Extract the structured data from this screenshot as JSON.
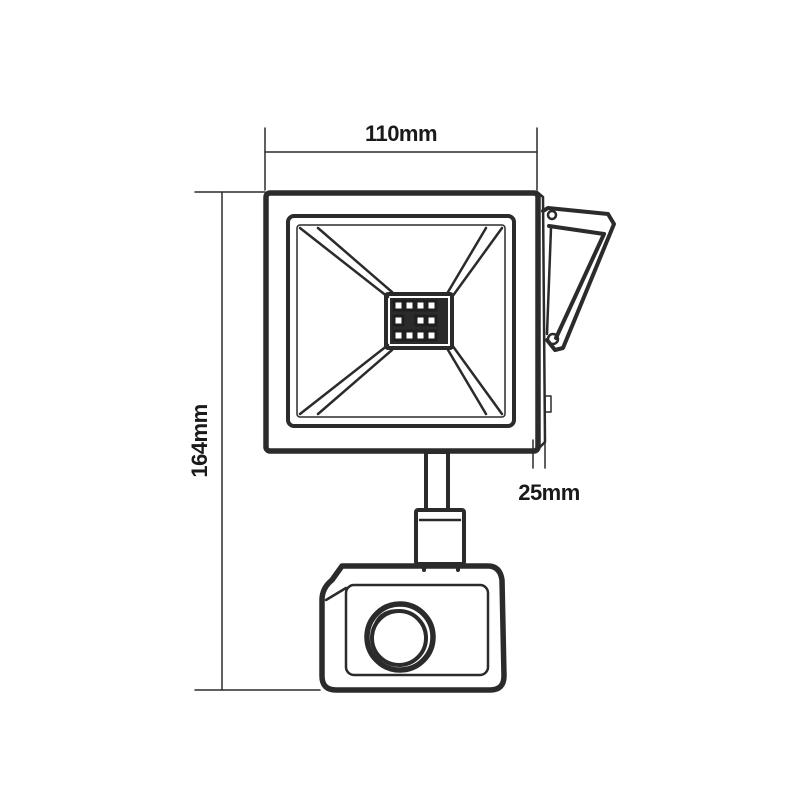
{
  "dimensions": {
    "width_label": "110mm",
    "height_label": "164mm",
    "depth_label": "25mm"
  },
  "colors": {
    "ink": "#2b2b2b",
    "background": "#ffffff"
  }
}
